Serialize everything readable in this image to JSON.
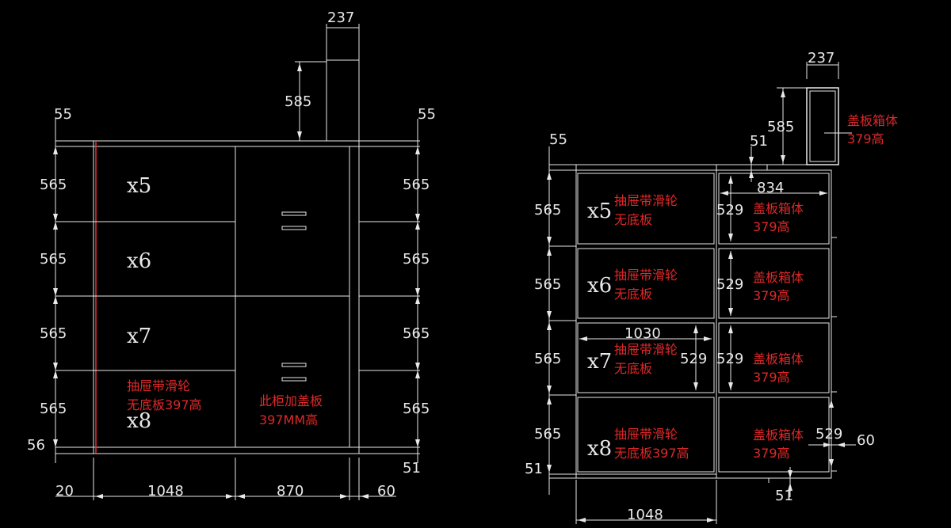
{
  "colors": {
    "background": "#000000",
    "lines": "#e8e8e8",
    "notes": "#e02828"
  },
  "left": {
    "top_width": "237",
    "chimney_h": "585",
    "top_l": "55",
    "top_r": "55",
    "rows_l": [
      "565",
      "565",
      "565",
      "565"
    ],
    "rows_r": [
      "565",
      "565",
      "565",
      "565"
    ],
    "base_l": "56",
    "base_r": "51",
    "w_a": "20",
    "w_b": "1048",
    "w_c": "870",
    "w_d": "60",
    "mults": [
      "x5",
      "x6",
      "x7",
      "x8"
    ],
    "note_a1": "抽屉带滑轮",
    "note_a2": "无底板397高",
    "note_b1": "此柜加盖板",
    "note_b2": "397MM高"
  },
  "right": {
    "top_width": "237",
    "chimney_h": "585",
    "box_note1": "盖板箱体",
    "box_note2": "379高",
    "top_l": "55",
    "step": "51",
    "upper_w": "834",
    "rows_l": [
      "565",
      "565",
      "565",
      "565"
    ],
    "mults": [
      "x5",
      "x6",
      "x7",
      "x8"
    ],
    "drawer_a1": "抽屉带滑轮",
    "drawer_a2": "无底板",
    "drawer_b1": "抽屉带滑轮",
    "drawer_b2": "无底板397高",
    "inner_h": [
      "529",
      "529",
      "529",
      "529"
    ],
    "box_a1": "盖板箱体",
    "box_a2": "379高",
    "inner_w": "1030",
    "mid_h": "529",
    "bot_h": "529",
    "gap": "60",
    "base_l": "51",
    "base_b": "51",
    "bottom_w": "1048"
  }
}
